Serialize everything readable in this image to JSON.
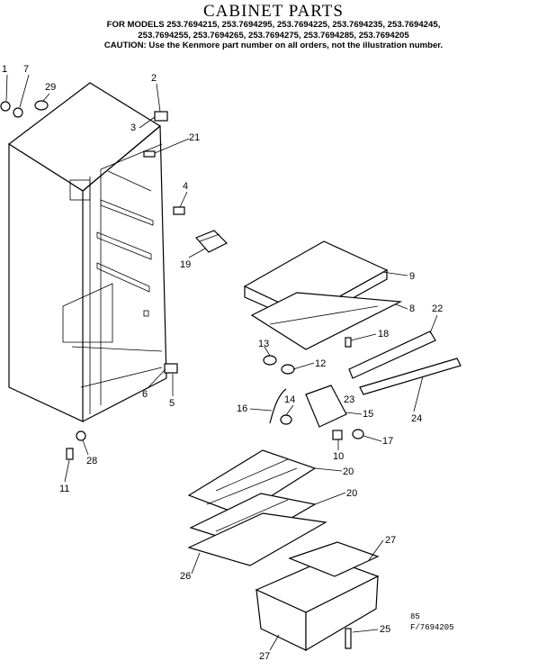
{
  "header": {
    "title": "CABINET PARTS",
    "models_line1": "FOR MODELS 253.7694215, 253.7694295, 253.7694225, 253.7694235, 253.7694245,",
    "models_line2": "253.7694255, 253.7694265, 253.7694275, 253.7694285, 253.7694205",
    "caution": "CAUTION: Use the Kenmore part number on all orders, not the illustration number."
  },
  "callouts": [
    "1",
    "7",
    "29",
    "2",
    "3",
    "21",
    "4",
    "19",
    "9",
    "8",
    "22",
    "13",
    "18",
    "12",
    "23",
    "14",
    "16",
    "15",
    "17",
    "24",
    "10",
    "6",
    "5",
    "28",
    "11",
    "20",
    "20",
    "27",
    "26",
    "27",
    "25"
  ],
  "footer": {
    "code1": "85",
    "code2": "F/7694205"
  }
}
